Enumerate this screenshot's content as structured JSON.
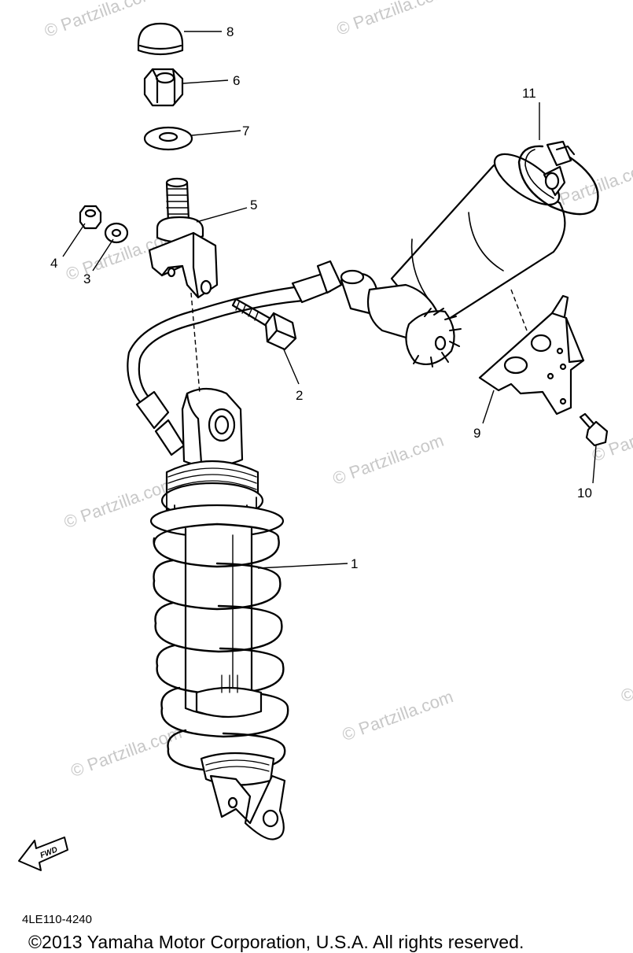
{
  "watermark": {
    "text": "© Partzilla.com"
  },
  "callouts": [
    {
      "label": "1",
      "part": "shock-absorber"
    },
    {
      "label": "2",
      "part": "bolt"
    },
    {
      "label": "3",
      "part": "washer"
    },
    {
      "label": "4",
      "part": "nut"
    },
    {
      "label": "5",
      "part": "upper-bracket"
    },
    {
      "label": "6",
      "part": "nut-upper"
    },
    {
      "label": "7",
      "part": "washer-upper"
    },
    {
      "label": "8",
      "part": "cap"
    },
    {
      "label": "9",
      "part": "reservoir-bracket"
    },
    {
      "label": "10",
      "part": "screw"
    },
    {
      "label": "11",
      "part": "hose-clamp"
    }
  ],
  "fwd_label": "FWD",
  "part_code": "4LE110-4240",
  "copyright": "©2013  Yamaha Motor Corporation, U.S.A. All rights reserved."
}
